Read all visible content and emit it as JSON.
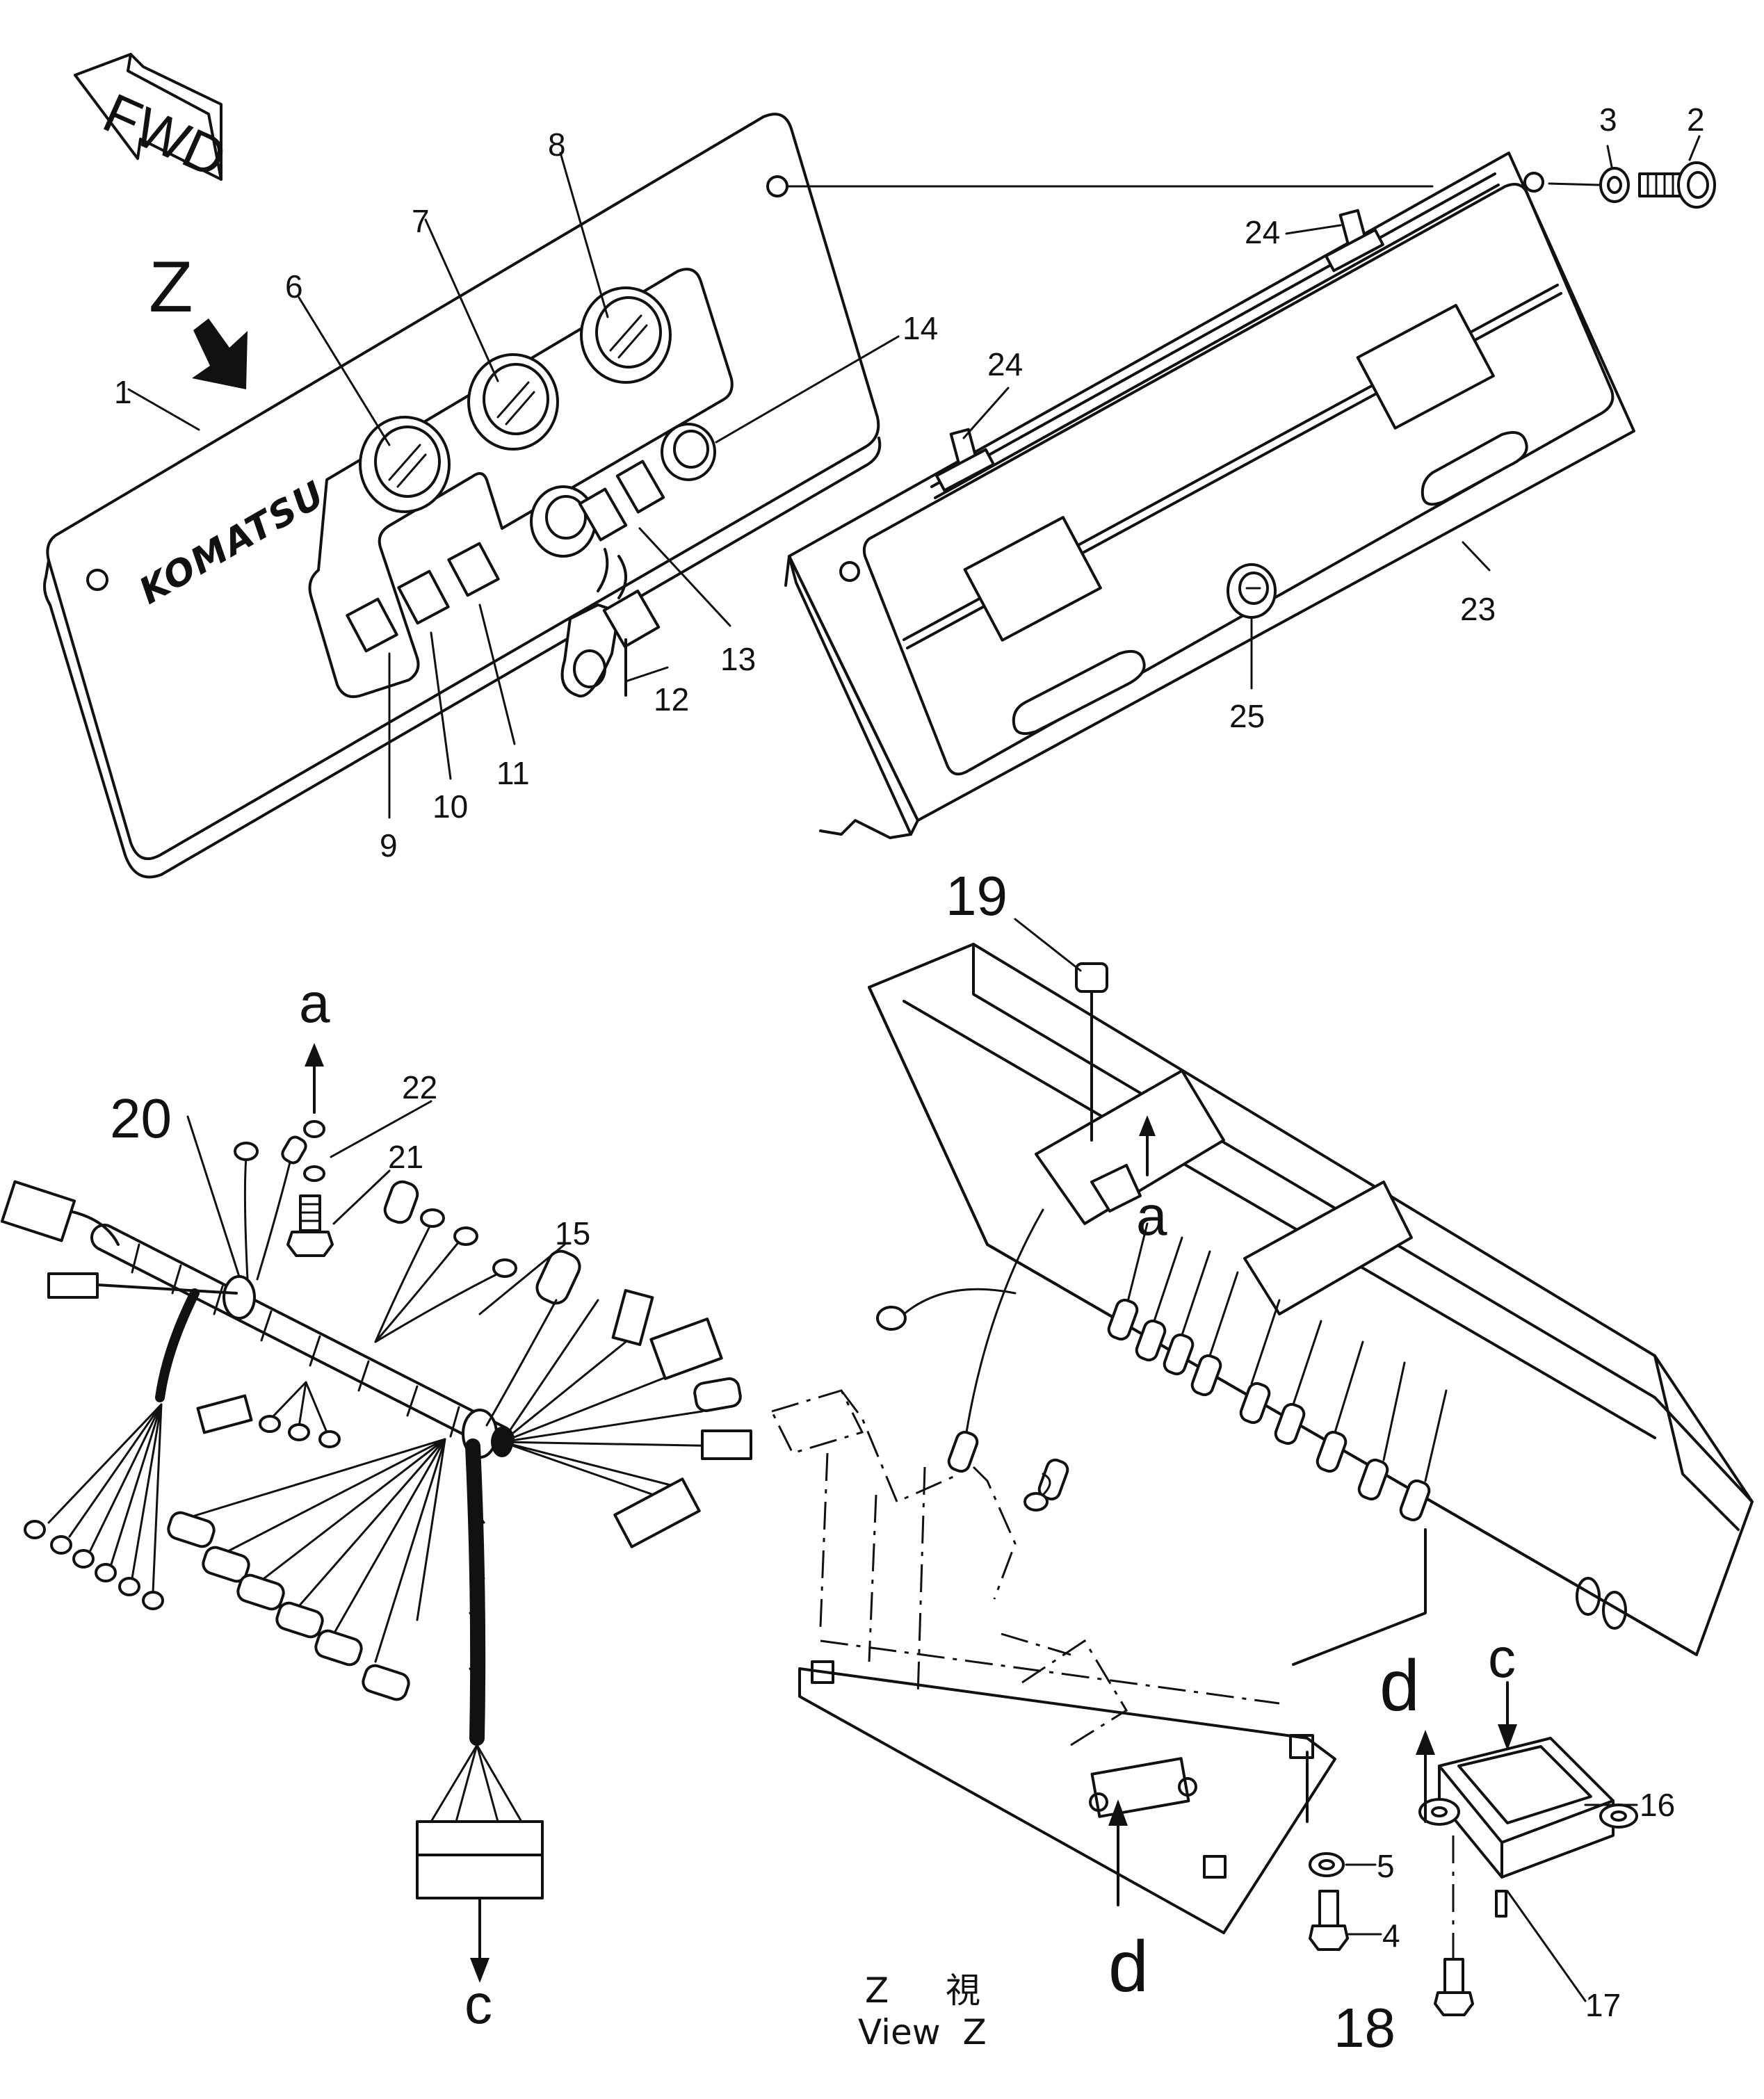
{
  "forward_marker": "FWD",
  "brand_logo": "KOMATSU",
  "view_marker": "Z",
  "parts": {
    "p1": "1",
    "p2": "2",
    "p3": "3",
    "p4": "4",
    "p5": "5",
    "p6": "6",
    "p7": "7",
    "p8": "8",
    "p9": "9",
    "p10": "10",
    "p11": "11",
    "p12": "12",
    "p13": "13",
    "p14": "14",
    "p15": "15",
    "p16": "16",
    "p17": "17",
    "p18": "18",
    "p19": "19",
    "p20": "20",
    "p21": "21",
    "p22": "22",
    "p23": "23",
    "p24a": "24",
    "p24b": "24",
    "p25": "25"
  },
  "connectors": {
    "a_top": "a",
    "a_panel": "a",
    "c_harness": "c",
    "c_box": "c",
    "d_box": "d",
    "d_bottom": "d"
  },
  "caption": {
    "line1_left": "Z",
    "line1_right": "視",
    "line2": "View  Z"
  }
}
